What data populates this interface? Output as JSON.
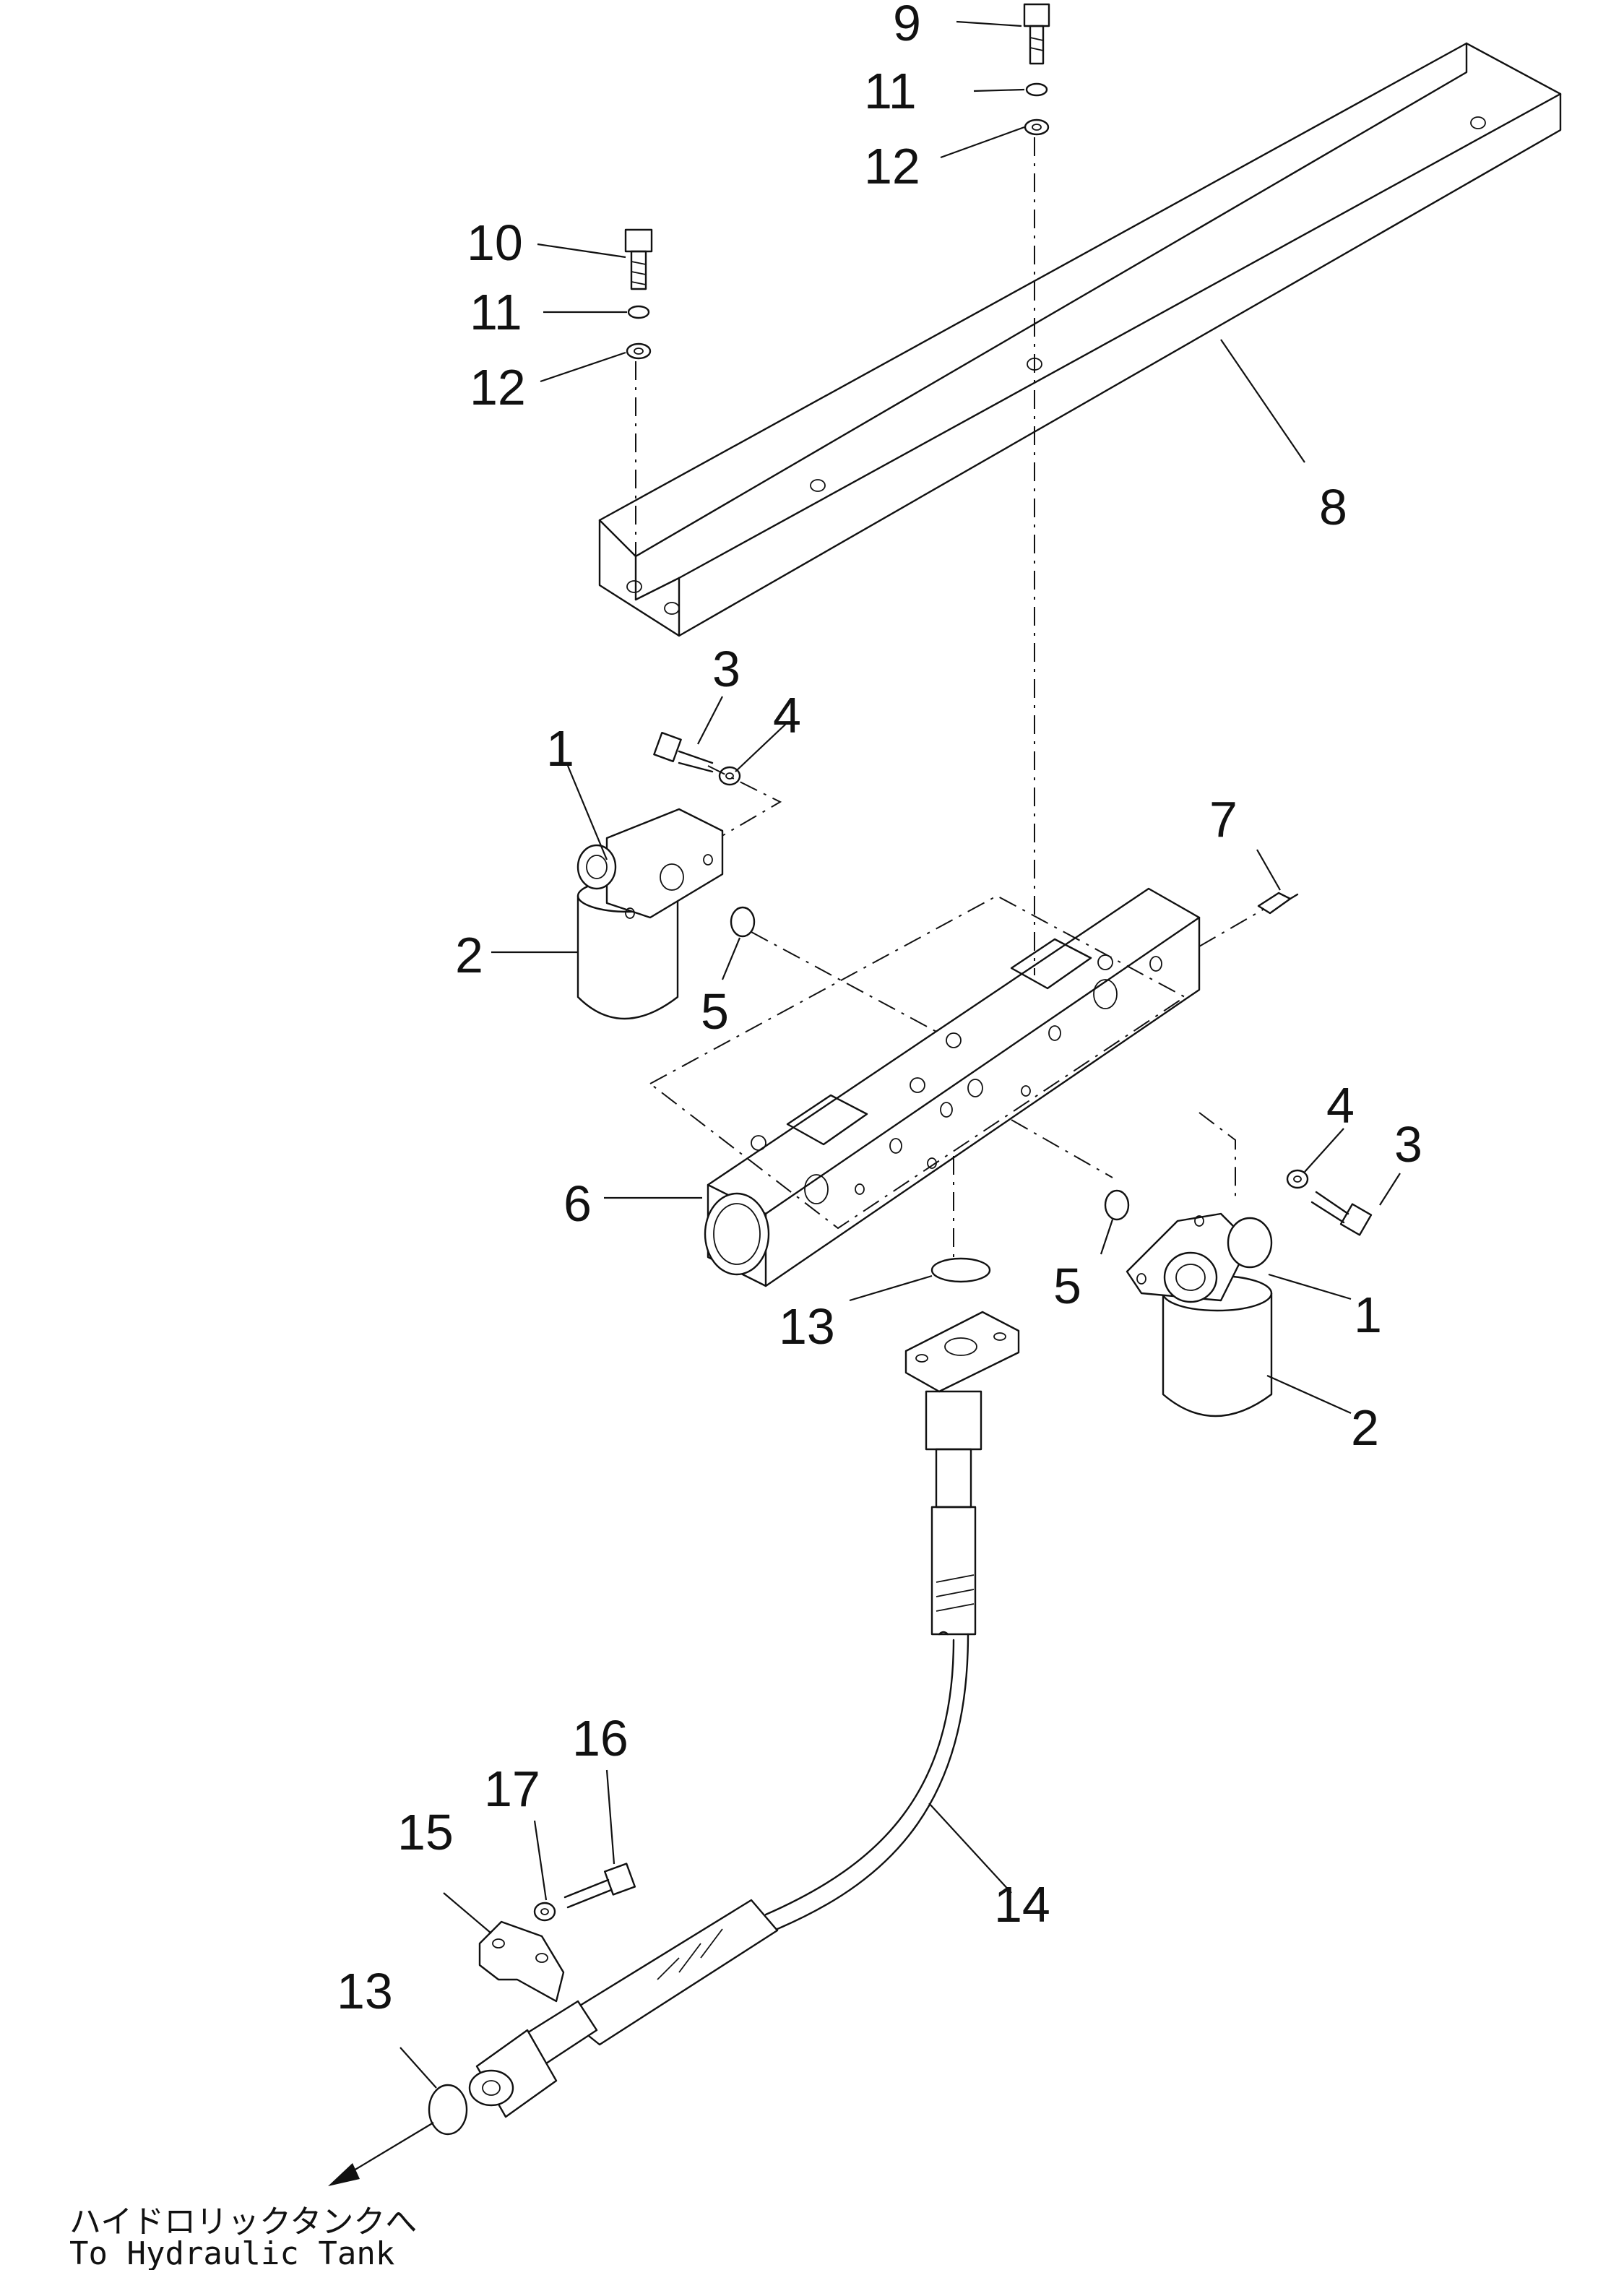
{
  "diagram": {
    "callouts": {
      "c1a": "1",
      "c1b": "1",
      "c2a": "2",
      "c2b": "2",
      "c3a": "3",
      "c3b": "3",
      "c4a": "4",
      "c4b": "4",
      "c5a": "5",
      "c5b": "5",
      "c6": "6",
      "c7": "7",
      "c8": "8",
      "c9": "9",
      "c10": "10",
      "c11a": "11",
      "c11b": "11",
      "c12a": "12",
      "c12b": "12",
      "c13a": "13",
      "c13b": "13",
      "c14": "14",
      "c15": "15",
      "c16": "16",
      "c17": "17"
    },
    "destination_note": {
      "japanese": "ハイドロリックタンクへ",
      "english": "To Hydraulic Tank"
    }
  }
}
